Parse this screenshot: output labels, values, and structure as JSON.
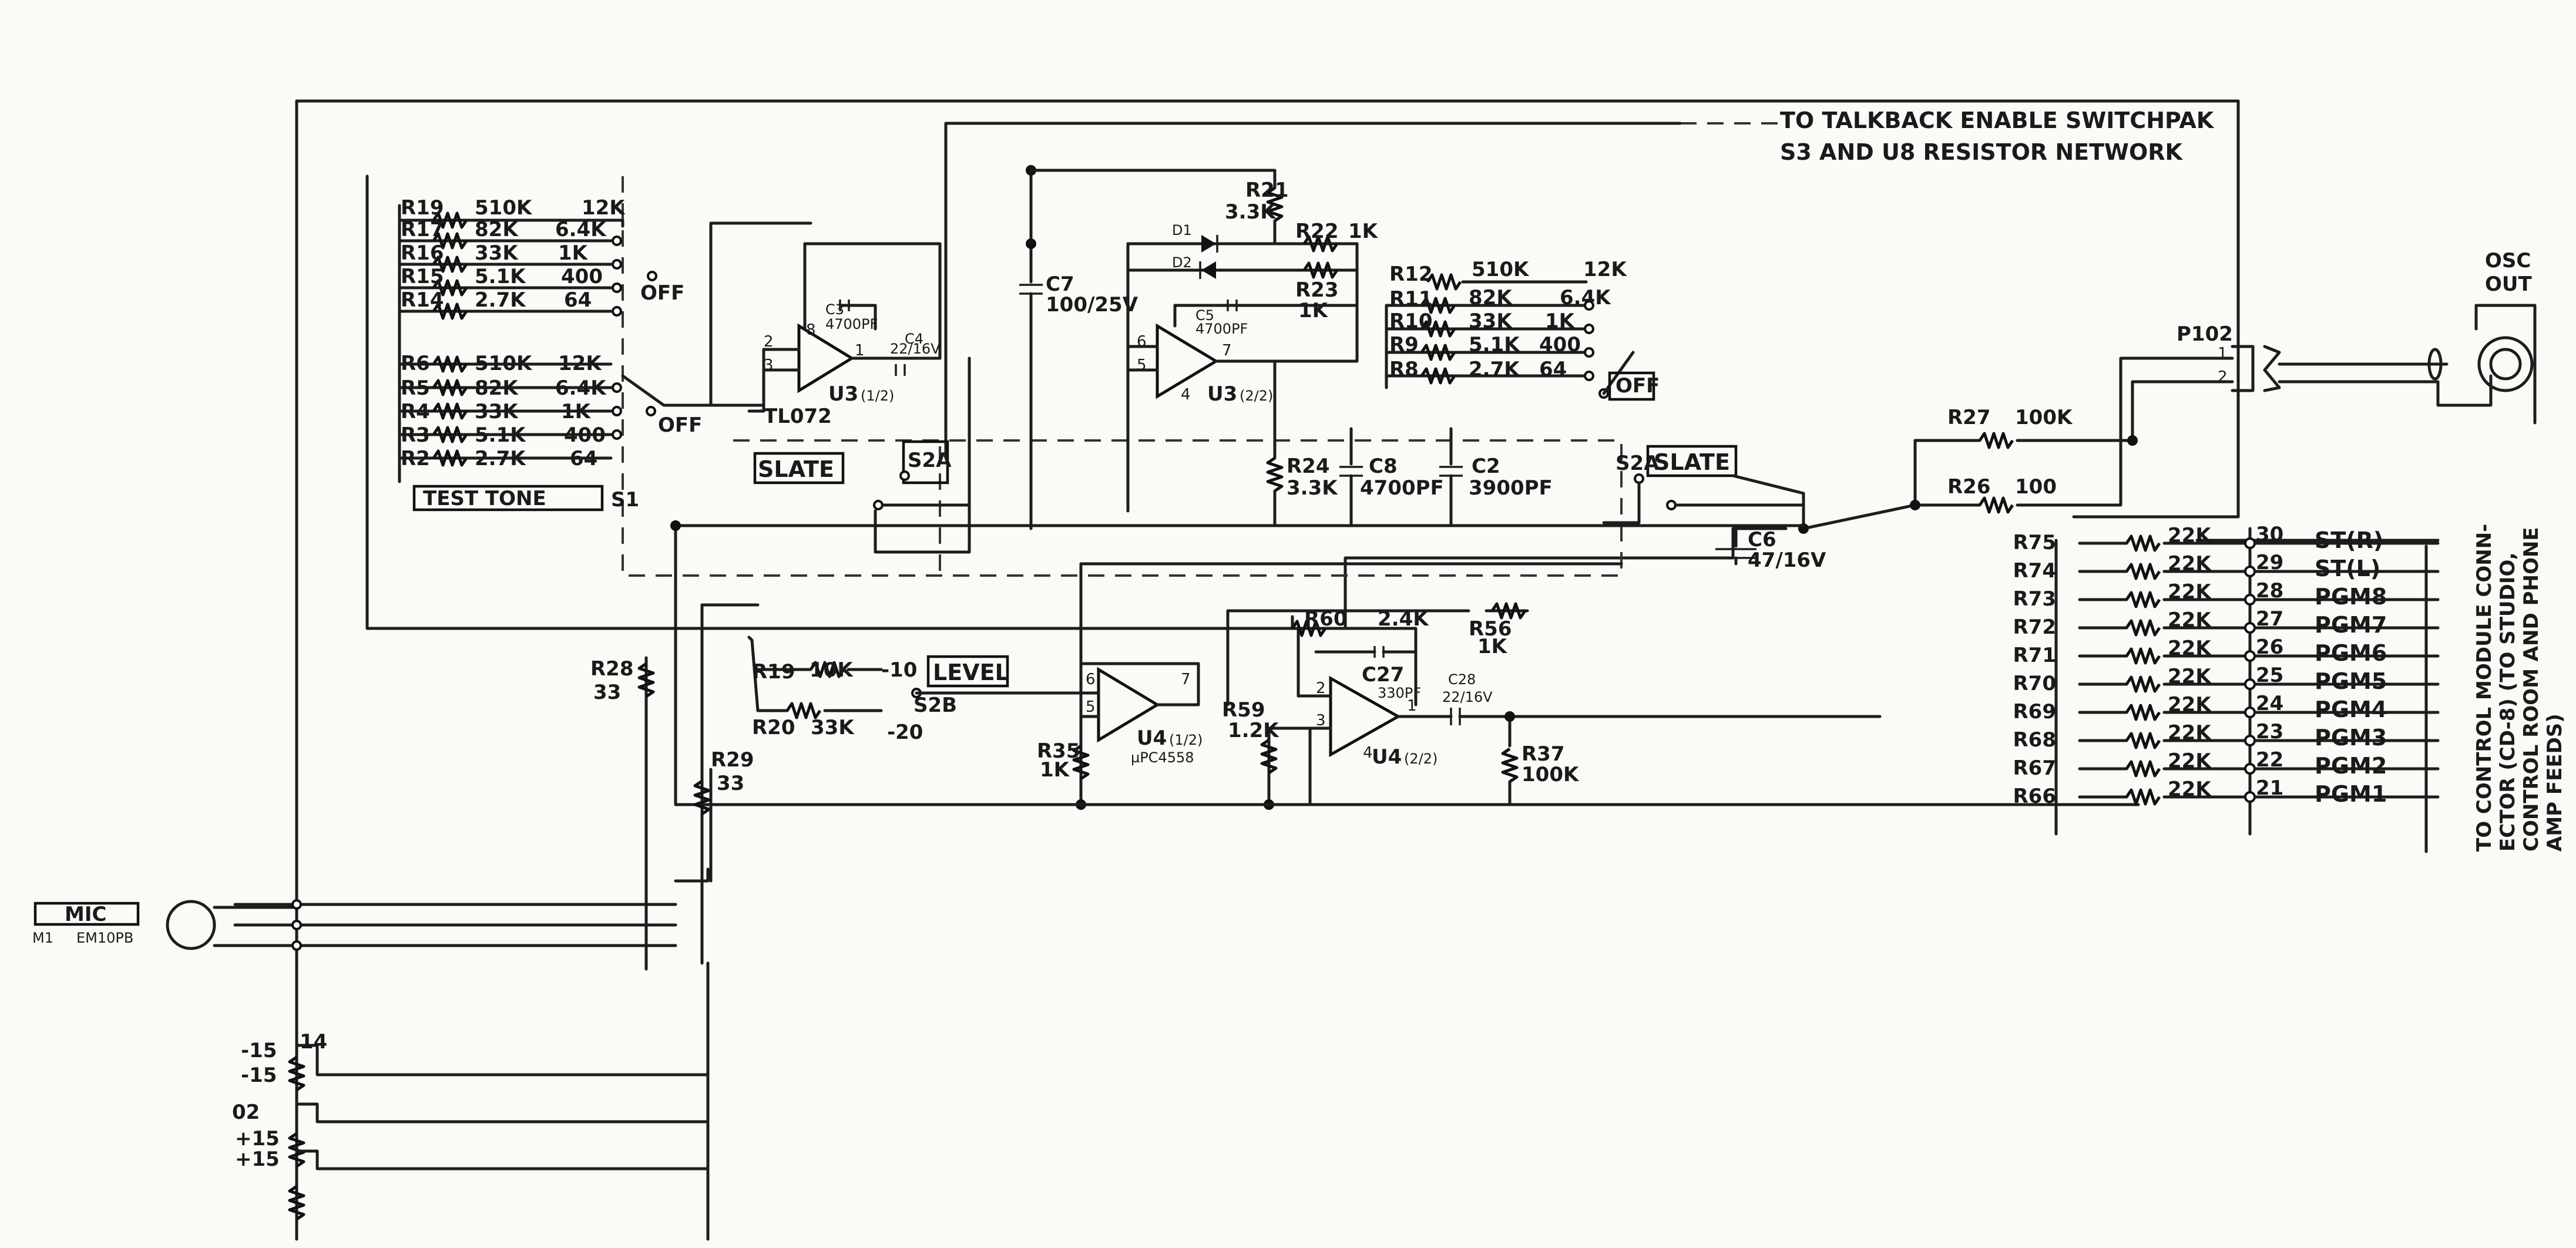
{
  "note_top": [
    "TO TALKBACK ENABLE SWITCHPAK",
    "S3 AND U8 RESISTOR NETWORK"
  ],
  "osc_out": [
    "OSC",
    "OUT"
  ],
  "p102": "P102",
  "p102_pins": [
    "1",
    "2"
  ],
  "test_tone_res": [
    {
      "ref": "R19",
      "val": "510K",
      "alt": "12K"
    },
    {
      "ref": "R17",
      "val": "82K",
      "alt": "6.4K"
    },
    {
      "ref": "R16",
      "val": "33K",
      "alt": "1K"
    },
    {
      "ref": "R15",
      "val": "5.1K",
      "alt": "400"
    },
    {
      "ref": "R14",
      "val": "2.7K",
      "alt": "64"
    }
  ],
  "test_tone_res_b": [
    {
      "ref": "R6",
      "val": "510K",
      "alt": "12K"
    },
    {
      "ref": "R5",
      "val": "82K",
      "alt": "6.4K"
    },
    {
      "ref": "R4",
      "val": "33K",
      "alt": "1K"
    },
    {
      "ref": "R3",
      "val": "5.1K",
      "alt": "400"
    },
    {
      "ref": "R2",
      "val": "2.7K",
      "alt": "64"
    }
  ],
  "right_res": [
    {
      "ref": "R12",
      "val": "510K",
      "alt": "12K"
    },
    {
      "ref": "R11",
      "val": "82K",
      "alt": "6.4K"
    },
    {
      "ref": "R10",
      "val": "33K",
      "alt": "1K"
    },
    {
      "ref": "R9",
      "val": "5.1K",
      "alt": "400"
    },
    {
      "ref": "R8",
      "val": "2.7K",
      "alt": "64"
    }
  ],
  "off": "OFF",
  "test_tone": "TEST TONE",
  "s1": "S1",
  "slate": "SLATE",
  "s2a": "S2A",
  "s2b": "S2B",
  "level": "LEVEL",
  "level_pos": [
    "-10",
    "-20"
  ],
  "u3a": {
    "name": "U3",
    "part": "(1/2)",
    "type": "TL072"
  },
  "u3b": {
    "name": "U3",
    "part": "(2/2)"
  },
  "u4a": {
    "name": "U4",
    "part": "(1/2)",
    "type": "µPC4558"
  },
  "u4b": {
    "name": "U4",
    "part": "(2/2)"
  },
  "c3": {
    "ref": "C3",
    "val": "4700PF"
  },
  "c4": {
    "ref": "C4",
    "val": "22/16V"
  },
  "c5": {
    "ref": "C5",
    "val": "4700PF"
  },
  "c7": {
    "ref": "C7",
    "val": "100/25V"
  },
  "c8": {
    "ref": "C8",
    "val": "4700PF"
  },
  "c2": {
    "ref": "C2",
    "val": "3900PF"
  },
  "c6": {
    "ref": "C6",
    "val": "47/16V"
  },
  "c27": {
    "ref": "C27",
    "val": "330PF"
  },
  "c28": {
    "ref": "C28",
    "val": "22/16V"
  },
  "r21": {
    "ref": "R21",
    "val": "3.3K"
  },
  "r22": {
    "ref": "R22",
    "val": "1K"
  },
  "r23": {
    "ref": "R23",
    "val": "1K"
  },
  "r24": {
    "ref": "R24",
    "val": "3.3K"
  },
  "d1": "D1",
  "d2": "D2",
  "r27": {
    "ref": "R27",
    "val": "100K"
  },
  "r26": {
    "ref": "R26",
    "val": "100"
  },
  "r28": {
    "ref": "R28",
    "val": "33"
  },
  "r29": {
    "ref": "R29",
    "val": "33"
  },
  "r19b": {
    "ref": "R19",
    "val": "10K"
  },
  "r20": {
    "ref": "R20",
    "val": "33K"
  },
  "r35": {
    "ref": "R35",
    "val": "1K"
  },
  "r59": {
    "ref": "R59",
    "val": "1.2K"
  },
  "r60": {
    "ref": "R60",
    "val": "2.4K"
  },
  "r56": {
    "ref": "R56",
    "val": "1K"
  },
  "r37": {
    "ref": "R37",
    "val": "100K"
  },
  "pin_nums": {
    "u3a": [
      "2",
      "3",
      "8",
      "1"
    ],
    "u3b": [
      "6",
      "5",
      "7",
      "4"
    ],
    "u4a": [
      "6",
      "5",
      "7"
    ],
    "u4b": [
      "2",
      "3",
      "1",
      "4"
    ]
  },
  "out_bus": [
    {
      "ref": "R75",
      "val": "22K",
      "pin": "30",
      "label": "ST(R)"
    },
    {
      "ref": "R74",
      "val": "22K",
      "pin": "29",
      "label": "ST(L)"
    },
    {
      "ref": "R73",
      "val": "22K",
      "pin": "28",
      "label": "PGM8"
    },
    {
      "ref": "R72",
      "val": "22K",
      "pin": "27",
      "label": "PGM7"
    },
    {
      "ref": "R71",
      "val": "22K",
      "pin": "26",
      "label": "PGM6"
    },
    {
      "ref": "R70",
      "val": "22K",
      "pin": "25",
      "label": "PGM5"
    },
    {
      "ref": "R69",
      "val": "22K",
      "pin": "24",
      "label": "PGM4"
    },
    {
      "ref": "R68",
      "val": "22K",
      "pin": "23",
      "label": "PGM3"
    },
    {
      "ref": "R67",
      "val": "22K",
      "pin": "22",
      "label": "PGM2"
    },
    {
      "ref": "R66",
      "val": "22K",
      "pin": "21",
      "label": "PGM1"
    }
  ],
  "side_note": [
    "TO CONTROL MODULE CONN-",
    "ECTOR (CD-8) (TO STUDIO,",
    "CONTROL ROOM AND PHONE",
    "AMP FEEDS)"
  ],
  "mic": {
    "label": "MIC",
    "part": "M1",
    "model": "EM10PB"
  },
  "supply": {
    "labels": [
      "-15",
      "-15",
      "+15",
      "+15"
    ],
    "pin": "14",
    "side": "02"
  }
}
